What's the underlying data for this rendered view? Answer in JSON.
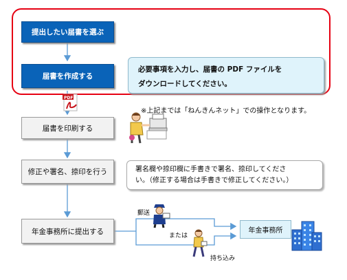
{
  "steps": {
    "choose": "提出したい届書を選ぶ",
    "create": "届書を作成する",
    "print": "届書を印刷する",
    "sign": "修正や署名、捺印を行う",
    "submit": "年金事務所に提出する"
  },
  "notes": {
    "create_line1": "必要事項を入力し、届書の PDF ファイルを",
    "create_line2": "ダウンロードしてください。",
    "online_remark": "※上記までは「ねんきんネット」での操作となります。",
    "sign_line1": "署名欄や捺印欄に手書きで署名、捺印してくださ",
    "sign_line2": "い。（修正する場合は手書きで修正してください。）"
  },
  "delivery": {
    "mail": "郵送",
    "or": "または",
    "bring": "持ち込み",
    "office": "年金事務所"
  },
  "icons": {
    "pdf": "pdf-icon",
    "printer_person": "person-printing-icon",
    "postman": "postman-icon",
    "walker": "walking-person-icon",
    "building": "office-building-icon"
  },
  "colors": {
    "frame": "#e60012",
    "step_blue": "#0a63b8",
    "note_cyan": "#dff3fb",
    "arrow": "#5b9bd5"
  }
}
